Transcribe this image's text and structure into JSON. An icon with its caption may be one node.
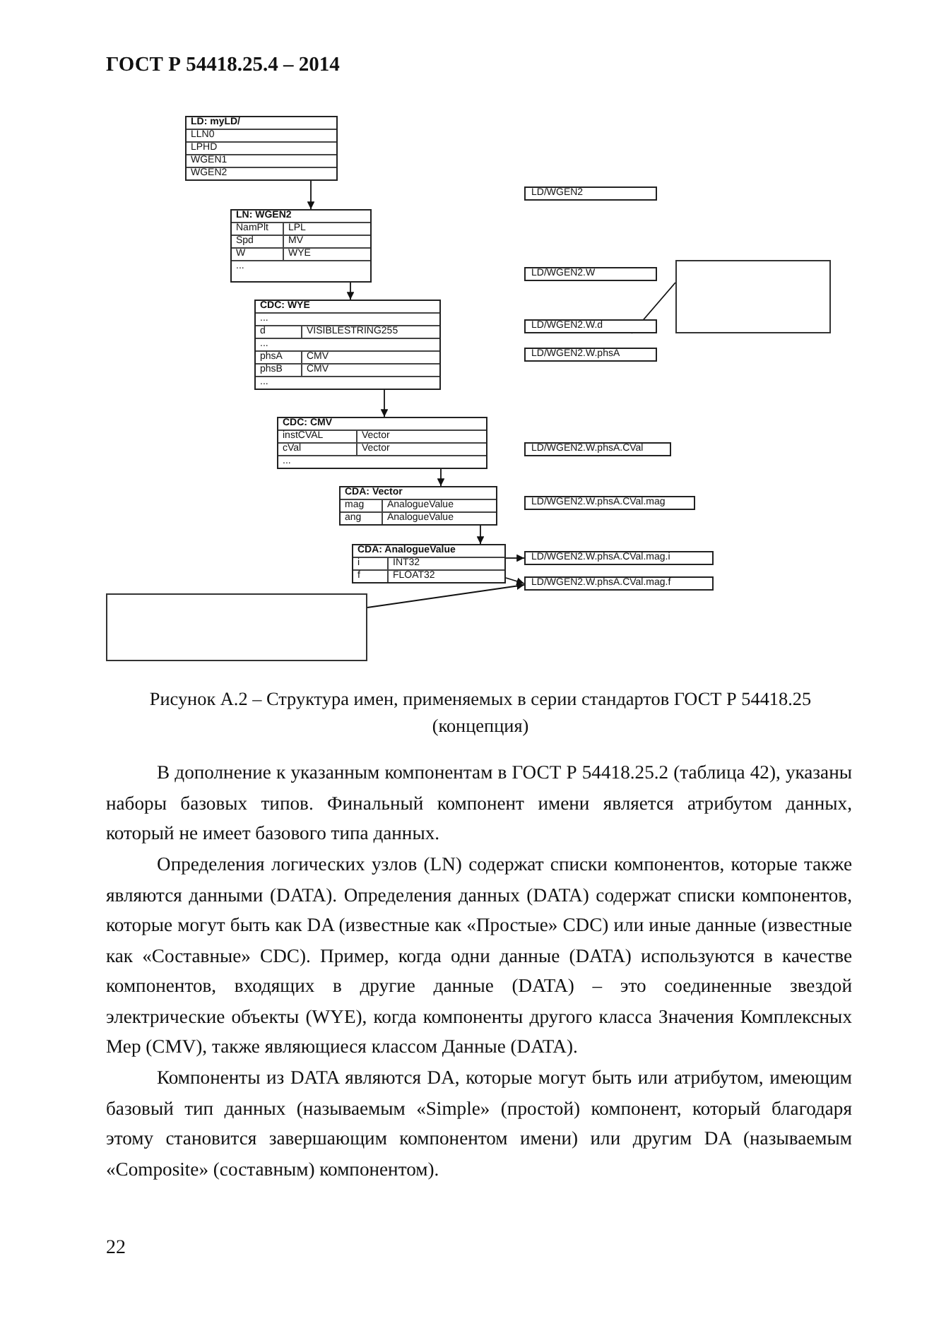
{
  "diagram": {
    "caption": "Рисунок А.2 – Структура имен, применяемых в серии стандартов ГОСТ Р 54418.25 (концепция)",
    "nodes": [
      {
        "text": [
          "LD: myLD/",
          "LLN0",
          "LPHD",
          "WGEN1",
          "WGEN2"
        ]
      },
      {
        "text": [
          "LN: WGEN2",
          "NamPlt",
          "LPL",
          "Spd",
          "MV",
          "W",
          "WYE",
          "..."
        ]
      },
      {
        "text": [
          "CDC: WYE",
          "...",
          "d",
          "VISIBLESTRING255",
          "...",
          "phsA",
          "CMV",
          "phsB",
          "CMV",
          "..."
        ]
      },
      {
        "text": [
          "CDC: CMV",
          "instCVAL",
          "Vector",
          "cVal",
          "Vector",
          "..."
        ]
      },
      {
        "text": [
          "CDA: Vector",
          "mag",
          "AnalogueValue",
          "ang",
          "AnalogueValue"
        ]
      },
      {
        "text": [
          "CDA: AnalogueValue",
          "i",
          "INT32",
          "f",
          "FLOAT32"
        ]
      },
      {
        "text": [
          "LD/WGEN2"
        ]
      },
      {
        "text": [
          "LD/WGEN2.W"
        ]
      },
      {
        "text": [
          "LD/WGEN2.W.d"
        ]
      },
      {
        "text": [
          "LD/WGEN2.W.phsA"
        ]
      },
      {
        "text": [
          "LD/WGEN2.W.phsA.CVal"
        ]
      },
      {
        "text": [
          "LD/WGEN2.W.phsA.CVal.mag"
        ]
      },
      {
        "text": [
          "LD/WGEN2.W.phsA.CVal.mag.i"
        ]
      },
      {
        "text": [
          "LD/WGEN2.W.phsA.CVal.mag.f"
        ]
      },
      {
        "text": [],
        "shape": "box"
      },
      {
        "text": [],
        "shape": "box"
      }
    ],
    "edges": [
      {
        "from": 0,
        "to": 1,
        "arrow": "to"
      },
      {
        "from": 1,
        "to": 2,
        "arrow": "to"
      },
      {
        "from": 2,
        "to": 3,
        "arrow": "to"
      },
      {
        "from": 3,
        "to": 4,
        "arrow": "to"
      },
      {
        "from": 4,
        "to": 5,
        "arrow": "to"
      },
      {
        "from": 5,
        "to": 12,
        "arrow": "to"
      },
      {
        "from": 5,
        "to": 13,
        "arrow": "to"
      },
      {
        "from": 15,
        "to": 13,
        "arrow": "to"
      },
      {
        "from": 8,
        "to": 14,
        "arrow": "none"
      }
    ],
    "labels": [
      "ГОСТ Р 54418.25.4 – 2014",
      "В дополнение к указанным компонентам в ГОСТ Р 54418.25.2 (таблица 42), указаны наборы базовых типов. Финальный компонент имени является атрибутом данных, который не имеет базового типа данных.",
      "Определения логических узлов (LN) содержат списки компонентов, которые также являются данными (DATA). Определения данных (DATA) содержат списки компонентов, которые могут быть как DA (известные как «Простые» CDC) или иные данные (известные как «Составные» CDC). Пример, когда одни данные (DATA) используются в качестве компонентов, входящих в другие данные (DATA) – это соединенные звездой электрические объекты (WYE), когда компоненты другого класса Значения Комплексных Мер (CMV), также являющиеся классом Данные (DATA).",
      "Компоненты из DATA являются DA, которые могут быть или атрибутом, имеющим базовый тип данных (называемым «Simple» (простой) компонент, который благодаря этому становится завершающим компонентом имени) или другим DA (называемым «Composite» (составным) компонентом).",
      "22"
    ]
  }
}
